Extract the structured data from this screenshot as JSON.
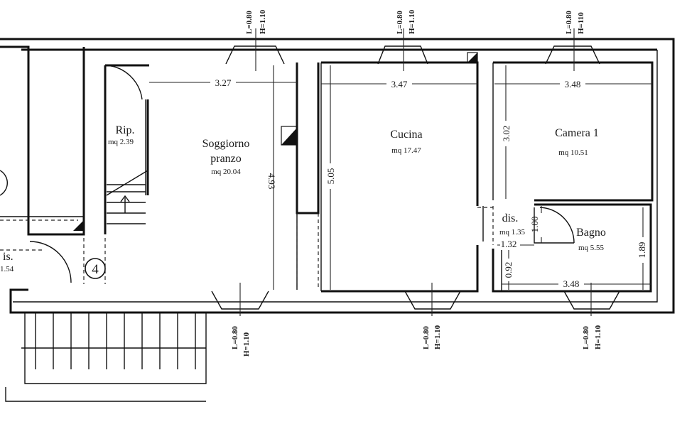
{
  "rooms": {
    "rip": {
      "name": "Rip.",
      "area": "mq 2.39"
    },
    "soggiorno": {
      "name_line1": "Soggiorno",
      "name_line2": "pranzo",
      "area": "mq 20.04"
    },
    "cucina": {
      "name": "Cucina",
      "area": "mq 17.47"
    },
    "camera1": {
      "name": "Camera 1",
      "area": "mq 10.51"
    },
    "dis": {
      "name": "dis.",
      "area": "mq 1.35"
    },
    "bagno": {
      "name": "Bagno",
      "area": "mq 5.55"
    },
    "left_partial": {
      "name": "is.",
      "area": "1.54"
    }
  },
  "dimensions": {
    "soggiorno_width": "3.27",
    "soggiorno_height": "4.93",
    "cucina_width": "3.47",
    "cucina_height": "5.05",
    "camera1_width": "3.48",
    "camera1_height": "3.02",
    "dis_width": "1.32",
    "dis_height": "1.00",
    "bagno_width": "3.48",
    "bagno_height": "1.89",
    "bagno_small": "0.92"
  },
  "windows": {
    "top_1": {
      "l": "L=0.80",
      "h": "H=1.10"
    },
    "top_2": {
      "l": "L=0.80",
      "h": "H=1.10"
    },
    "top_3": {
      "l": "L=0.80",
      "h": "H=110"
    },
    "bottom_1": {
      "l": "L=0.80",
      "h": "H=1.10"
    },
    "bottom_2": {
      "l": "L=0.80",
      "h": "H=1.10"
    },
    "bottom_3": {
      "l": "L=0.80",
      "h": "H=1.10"
    }
  },
  "stair_marker": "4"
}
